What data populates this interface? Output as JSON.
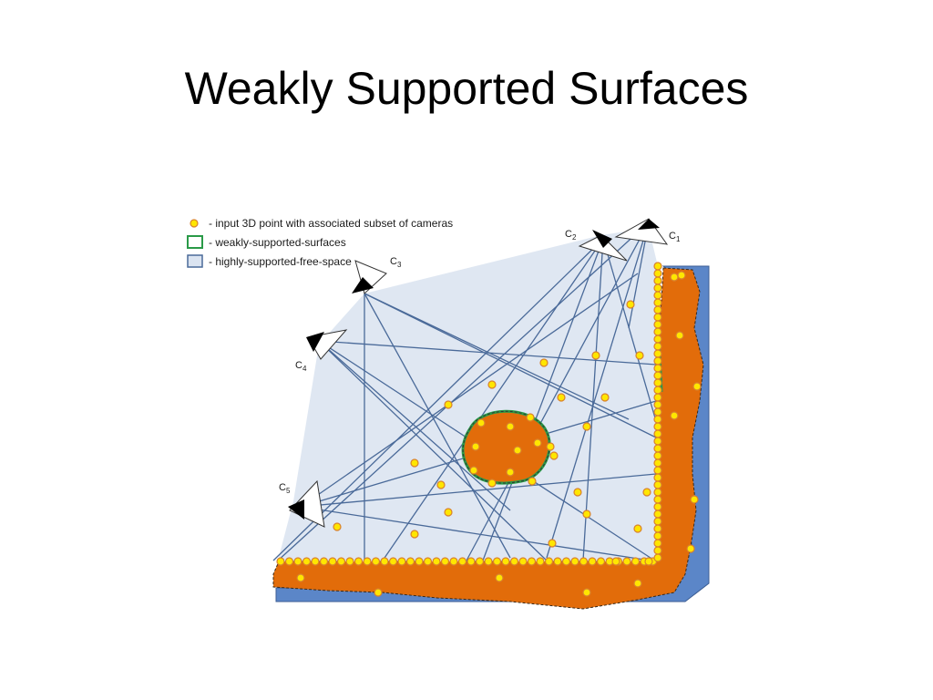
{
  "title": "Weakly Supported Surfaces",
  "legend": [
    {
      "symbol": "point",
      "text": "- input 3D point with associated subset of cameras"
    },
    {
      "symbol": "green-box",
      "text": "- weakly-supported-surfaces"
    },
    {
      "symbol": "blue-box",
      "text": "- highly-supported-free-space"
    }
  ],
  "cameras": [
    {
      "id": "c1",
      "letter": "C",
      "sub": "1"
    },
    {
      "id": "c2",
      "letter": "C",
      "sub": "2"
    },
    {
      "id": "c3",
      "letter": "C",
      "sub": "3"
    },
    {
      "id": "c4",
      "letter": "C",
      "sub": "4"
    },
    {
      "id": "c5",
      "letter": "C",
      "sub": "5"
    }
  ],
  "colors": {
    "surface": "#e26c0a",
    "wall": "#5b86c8",
    "free_space": "#dbe4f1",
    "ray": "#4a6a99",
    "point_fill": "#ffe600",
    "point_stroke": "#d9812c",
    "weak_outline": "#2a9a48"
  }
}
